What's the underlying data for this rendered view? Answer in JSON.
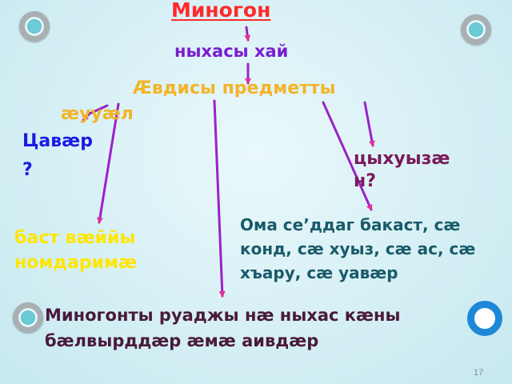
{
  "slide": {
    "title": "Миногон",
    "subtitle": "ныхасы хай",
    "subject_line1": "Æвдисы предметты",
    "subject_line2": "æууæл",
    "question1_line1": "Цавæр",
    "question1_line2": "?",
    "question2_line1": "цыхуызæ",
    "question2_line2": "н?",
    "answer1": "баст вæййы номдаримæ",
    "answer2": "Ома се’ддаг бакаст, сæ конд, сæ хуыз, сæ ас, сæ хъару, сæ уавæр",
    "note": "Миногонты руаджы нæ ныхас кæны бæлвырддæр æмæ аивдæр",
    "page_number": "17"
  },
  "colors": {
    "title": "#ff2a2a",
    "subtitle": "#7a1fd0",
    "subject": "#f2b42a",
    "question1": "#1a1ae6",
    "question2": "#7a1a5a",
    "answer1": "#ffe600",
    "answer2": "#1a5a6a",
    "note": "#4a1a3a",
    "arrow": "#9a22c8",
    "ring_blue": "#1e88d8",
    "ring_grey": "#a9b0b3"
  },
  "icons": [
    "ring-icon-grey",
    "ring-icon-blue"
  ]
}
